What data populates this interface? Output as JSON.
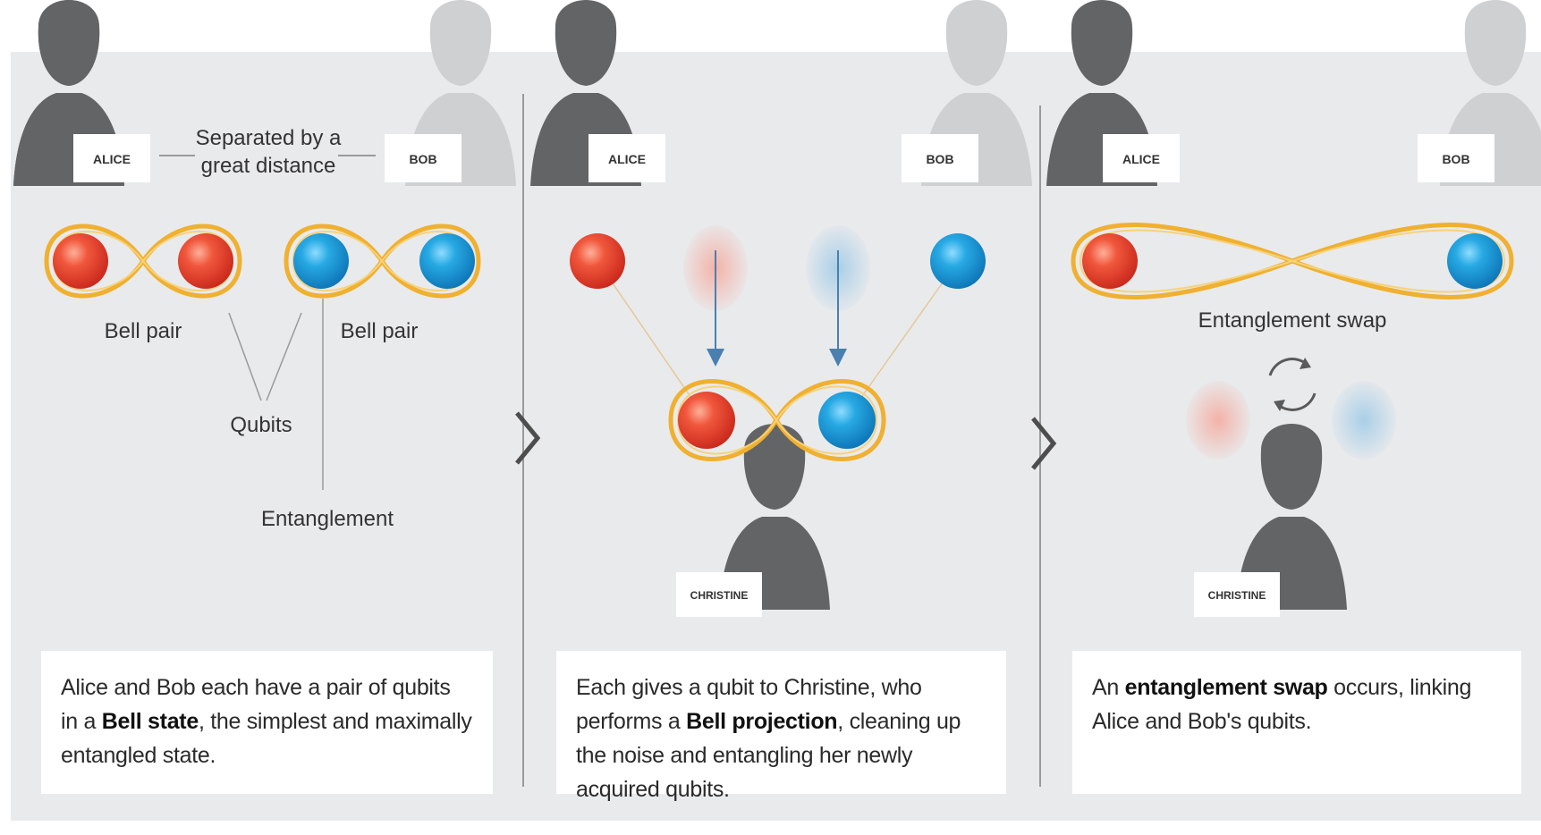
{
  "panel1": {
    "alice_label": "ALICE",
    "bob_label": "BOB",
    "distance_line1": "Separated by a",
    "distance_line2": "great distance",
    "bell_pair_left": "Bell pair",
    "bell_pair_right": "Bell pair",
    "qubits_label": "Qubits",
    "entanglement_label": "Entanglement",
    "caption": {
      "part1": "Alice and Bob each have a pair of qubits in a ",
      "bold": "Bell state",
      "part2": ", the simplest and maximally entangled state."
    }
  },
  "panel2": {
    "alice_label": "ALICE",
    "bob_label": "BOB",
    "christine_label": "CHRISTINE",
    "caption": {
      "part1": "Each gives a qubit to Christine, who performs a ",
      "bold": "Bell projection",
      "part2": ", cleaning up the noise and entangling her newly acquired qubits."
    }
  },
  "panel3": {
    "alice_label": "ALICE",
    "bob_label": "BOB",
    "christine_label": "CHRISTINE",
    "swap_label": "Entanglement swap",
    "caption": {
      "part1": "An ",
      "bold": "entanglement swap",
      "part2": " occurs, linking Alice and Bob's qubits."
    }
  },
  "colors": {
    "background": "#e9eaec",
    "red_qubit": "#e8432f",
    "blue_qubit": "#1f9fd8",
    "entanglement_loop": "#f0b030",
    "divider": "#9a9a9a"
  },
  "icons": {
    "next_arrow": "chevron-right-icon",
    "swap": "cycle-arrows-icon",
    "person": "person-silhouette-icon"
  }
}
